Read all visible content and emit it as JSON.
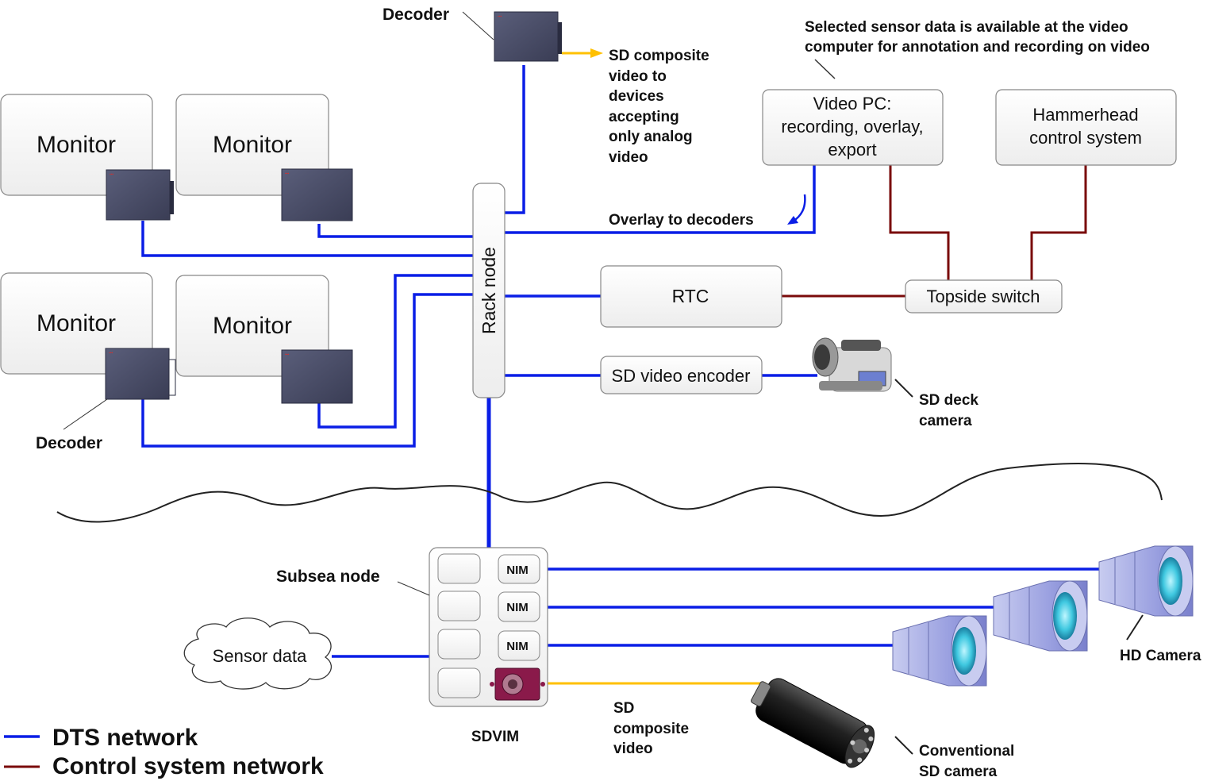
{
  "monitors": {
    "top_left": "Monitor",
    "top_right": "Monitor",
    "bottom_left": "Monitor",
    "bottom_right": "Monitor"
  },
  "labels": {
    "decoder_top": "Decoder",
    "decoder_bottom": "Decoder",
    "sd_composite_out": [
      "SD composite",
      "video to",
      "devices",
      "accepting",
      "only analog",
      "video"
    ],
    "sensor_note": [
      "Selected sensor data is available at the video",
      "computer for annotation and recording on video"
    ],
    "overlay_to_decoders": "Overlay to decoders",
    "sd_deck_camera": [
      "SD deck",
      "camera"
    ],
    "subsea_node": "Subsea node",
    "sdvim": "SDVIM",
    "sd_composite_video": [
      "SD",
      "composite",
      "video"
    ],
    "hd_camera": "HD Camera",
    "conventional_sd_camera": [
      "Conventional",
      "SD camera"
    ]
  },
  "boxes": {
    "video_pc": [
      "Video PC:",
      "recording, overlay,",
      "export"
    ],
    "hammerhead": [
      "Hammerhead",
      "control system"
    ],
    "rack_node": "Rack node",
    "rtc": "RTC",
    "topside_switch": "Topside switch",
    "sd_video_encoder": "SD video encoder",
    "sensor_data": "Sensor data",
    "nim_1": "NIM",
    "nim_2": "NIM",
    "nim_3": "NIM"
  },
  "legend": {
    "dts": "DTS network",
    "control": "Control system network"
  },
  "colors": {
    "dts_network": "#0a1ee6",
    "control_network": "#7a0a0a",
    "analog_video": "#ffc000",
    "decoder_body": "#4a4e68",
    "sdvim_body": "#8a1a4a"
  }
}
